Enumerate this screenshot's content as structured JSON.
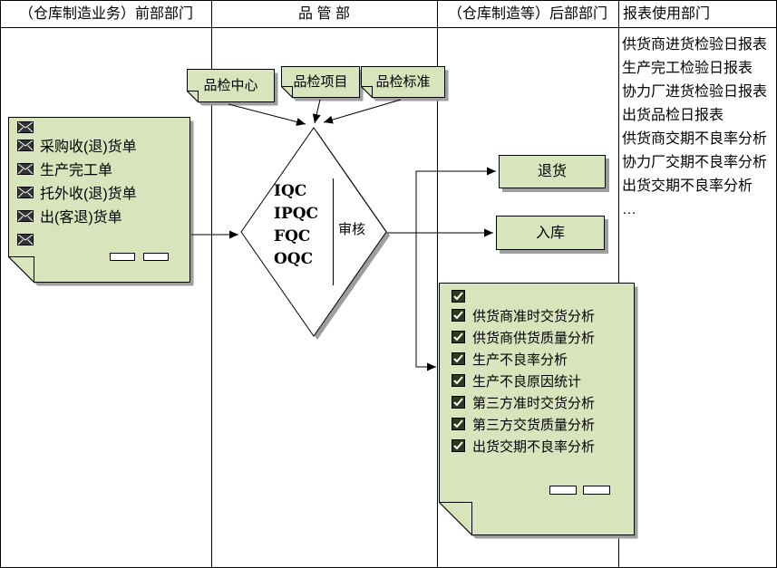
{
  "lanes": [
    {
      "label": "（仓库制造业务）前部部门"
    },
    {
      "label": "品 管 部"
    },
    {
      "label": "（仓库制造等）后部部门"
    },
    {
      "label": "报表使用部门"
    }
  ],
  "reports": [
    "供货商进货检验日报表",
    "生产完工检验日报表",
    "协力厂进货检验日报表",
    "出货品检日报表",
    "供货商交期不良率分析",
    "协力厂交期不良率分析",
    "出货交期不良率分析",
    "…"
  ],
  "source_doc": {
    "items": [
      "采购收(退)货单",
      "生产完工单",
      "托外收(退)货单",
      "出(客退)货单"
    ]
  },
  "qc_cards": [
    "品检中心",
    "品检项目",
    "品检标准"
  ],
  "decision": {
    "lines": [
      "IQC",
      "IPQC",
      "FQC",
      "OQC"
    ],
    "side_label": "审核"
  },
  "outcomes": [
    {
      "label": "退货"
    },
    {
      "label": "入库"
    }
  ],
  "analysis_doc": {
    "items": [
      "供货商准时交货分析",
      "供货商供货质量分析",
      "生产不良率分析",
      "生产不良原因统计",
      "第三方准时交货分析",
      "第三方交货质量分析",
      "出货交期不良率分析"
    ]
  },
  "colors": {
    "shape_fill": "#d7e4bc",
    "shape_border": "#000000",
    "shadow": "#9e9e9e",
    "diamond_fill": "#ffffff",
    "background": "#ffffff"
  }
}
